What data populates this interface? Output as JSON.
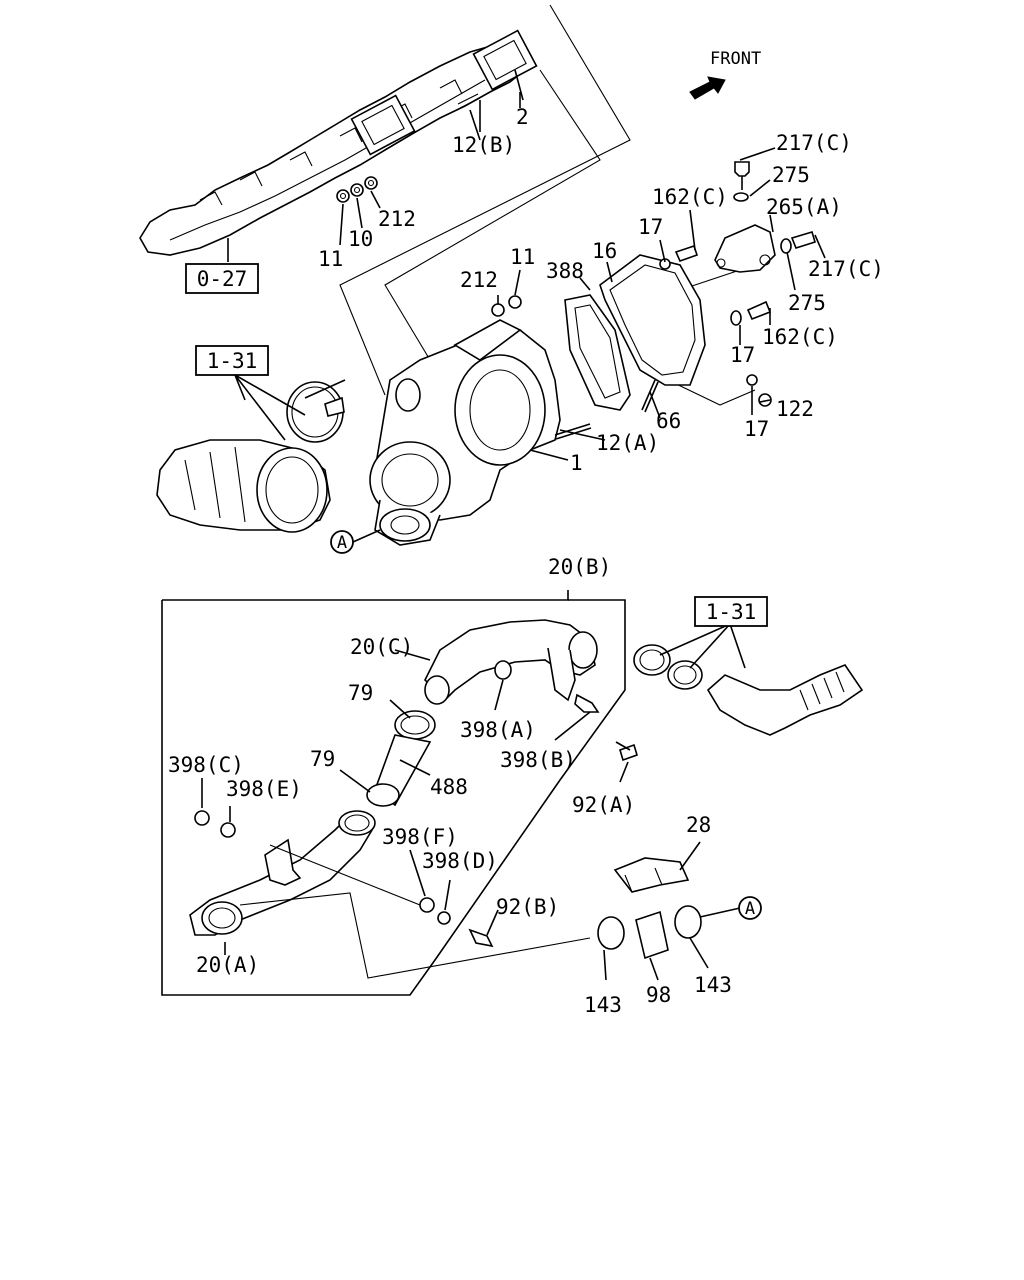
{
  "diagram": {
    "front_label": "FRONT",
    "refs": {
      "ref_0_27": "0-27",
      "ref_1_31_top": "1-31",
      "ref_1_31_bottom": "1-31"
    },
    "circle_marker": "A",
    "callouts": {
      "c_2": "2",
      "c_12b": "12(B)",
      "c_11_top": "11",
      "c_10": "10",
      "c_212_top": "212",
      "c_212_mid": "212",
      "c_11_mid": "11",
      "c_388": "388",
      "c_16": "16",
      "c_17_top": "17",
      "c_162c_top": "162(C)",
      "c_217c_top": "217(C)",
      "c_275_top": "275",
      "c_265a": "265(A)",
      "c_217c_right": "217(C)",
      "c_275_right": "275",
      "c_162c_right": "162(C)",
      "c_17_right": "17",
      "c_122": "122",
      "c_17_bottom": "17",
      "c_66": "66",
      "c_12a": "12(A)",
      "c_1": "1",
      "c_20b": "20(B)",
      "c_20c": "20(C)",
      "c_79_top": "79",
      "c_398a": "398(A)",
      "c_398b": "398(B)",
      "c_79_mid": "79",
      "c_488": "488",
      "c_398c": "398(C)",
      "c_398e": "398(E)",
      "c_92a": "92(A)",
      "c_398f": "398(F)",
      "c_398d": "398(D)",
      "c_92b": "92(B)",
      "c_28": "28",
      "c_20a": "20(A)",
      "c_143_left": "143",
      "c_98": "98",
      "c_143_right": "143"
    }
  }
}
